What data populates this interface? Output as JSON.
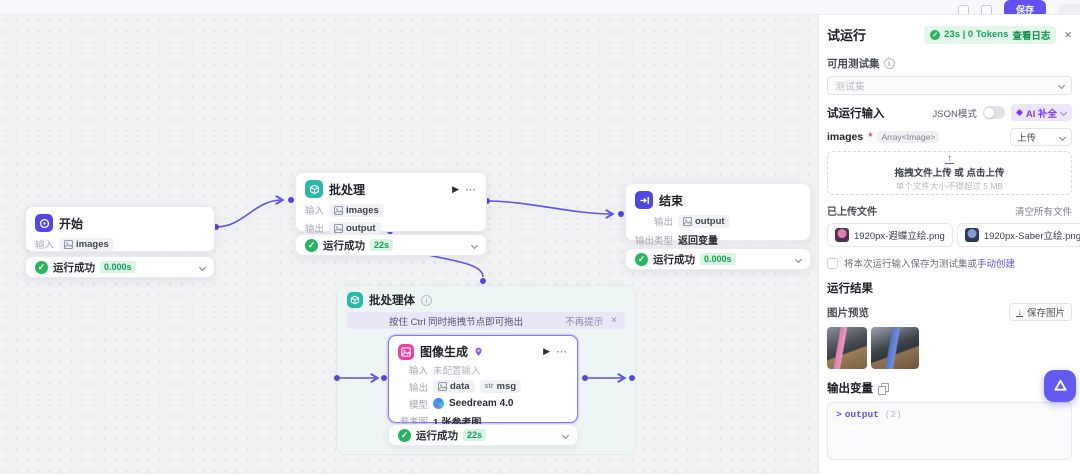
{
  "topbar": {
    "save_button": "保存"
  },
  "icons": {
    "play": "▶",
    "more": "⋯",
    "close": "×",
    "info": "i",
    "check": "✓",
    "str_badge": "str",
    "upload_arrow": "↑",
    "download_arrow": "↓",
    "caret": ">"
  },
  "nodes": {
    "start": {
      "title": "开始",
      "input_label": "输入",
      "input_badge": "images",
      "status_text": "运行成功",
      "status_time": "0.000s"
    },
    "batch": {
      "title": "批处理",
      "input_label": "输入",
      "input_badge": "images",
      "output_label": "输出",
      "output_badge": "output",
      "status_text": "运行成功",
      "status_time": "22s"
    },
    "end": {
      "title": "结束",
      "output_label": "输出",
      "output_badge": "output",
      "output_type_label": "输出类型",
      "output_type_value": "返回变量",
      "status_text": "运行成功",
      "status_time": "0.000s"
    },
    "batch_body": {
      "title": "批处理体",
      "banner_text": "按住 Ctrl 同时拖拽节点即可拖出",
      "banner_dismiss": "不再提示"
    },
    "image_gen": {
      "title": "图像生成",
      "input_label": "输入",
      "input_value": "未配置输入",
      "output_label": "输出",
      "output_badge_data": "data",
      "output_badge_msg": "msg",
      "model_label": "模型",
      "model_value": "Seedream 4.0",
      "ref_label": "参考图",
      "ref_value": "1 张参考图",
      "status_text": "运行成功",
      "status_time": "22s"
    }
  },
  "panel": {
    "title": "试运行",
    "run_time_tokens": "23s | 0 Tokens",
    "view_log": "查看日志",
    "testset_label": "可用测试集",
    "testset_placeholder": "测试集",
    "input_title": "试运行输入",
    "json_mode_label": "JSON模式",
    "ai_complete_label": "AI 补全",
    "field_name": "images",
    "field_required": "*",
    "field_type": "Array<Image>",
    "upload_select": "上传",
    "dropzone_main": "拖拽文件上传 或 点击上传",
    "dropzone_hint": "单个文件大小不得超过 5 MB",
    "uploaded_label": "已上传文件",
    "clear_all": "清空所有文件",
    "files": [
      {
        "name": "1920px-遐蝶立绘.png"
      },
      {
        "name": "1920px-Saber立绘.png"
      }
    ],
    "save_checkbox_text": "将本次运行输入保存为测试集或",
    "save_checkbox_link": "手动创建",
    "result_title": "运行结果",
    "preview_label": "图片预览",
    "save_images_label": "保存图片",
    "output_var_label": "输出变量",
    "output_key": "output",
    "output_count": "(2)"
  },
  "colors": {
    "accent": "#6152ef",
    "success": "#27b560",
    "edge": "#5b54e8",
    "node_teal": "#2fb8a9",
    "node_pink": "#ee3fa5"
  }
}
